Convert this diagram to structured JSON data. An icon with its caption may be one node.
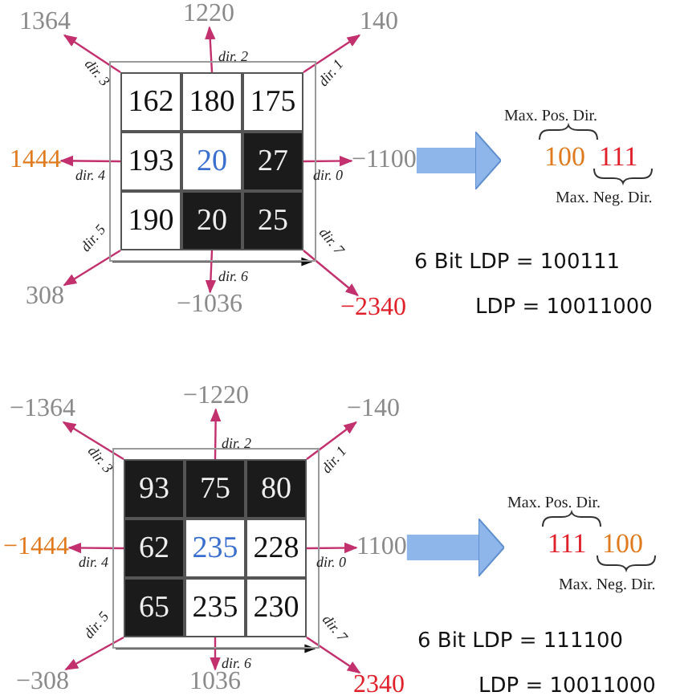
{
  "diagram": {
    "nodes": [
      {
        "text": [],
        "shape": "box"
      },
      {
        "text": [
          "162"
        ],
        "in": 0
      },
      {
        "text": [
          "180"
        ],
        "in": 0
      },
      {
        "text": [
          "175"
        ],
        "in": 0
      },
      {
        "text": [
          "193"
        ],
        "in": 0
      },
      {
        "text": [
          "20"
        ],
        "in": 0
      },
      {
        "text": [
          "27"
        ],
        "in": 0
      },
      {
        "text": [
          "190"
        ],
        "in": 0
      },
      {
        "text": [
          "20"
        ],
        "in": 0
      },
      {
        "text": [
          "25"
        ],
        "in": 0
      },
      {
        "text": [
          "1364"
        ]
      },
      {
        "text": [
          "1220"
        ]
      },
      {
        "text": [
          "140"
        ]
      },
      {
        "text": [
          "1444"
        ]
      },
      {
        "text": [
          "−1100"
        ]
      },
      {
        "text": [
          "308"
        ]
      },
      {
        "text": [
          "−1036"
        ]
      },
      {
        "text": [
          "−2340"
        ]
      },
      {
        "text": [
          "Max. Pos. Dir.",
          "100",
          "111",
          "Max. Neg. Dir."
        ]
      },
      {
        "text": [],
        "shape": "box"
      },
      {
        "text": [
          "93"
        ],
        "in": 19
      },
      {
        "text": [
          "75"
        ],
        "in": 19
      },
      {
        "text": [
          "80"
        ],
        "in": 19
      },
      {
        "text": [
          "62"
        ],
        "in": 19
      },
      {
        "text": [
          "235"
        ],
        "in": 19
      },
      {
        "text": [
          "228"
        ],
        "in": 19
      },
      {
        "text": [
          "65"
        ],
        "in": 19
      },
      {
        "text": [
          "235"
        ],
        "in": 19
      },
      {
        "text": [
          "230"
        ],
        "in": 19
      },
      {
        "text": [
          "−1364"
        ]
      },
      {
        "text": [
          "−1220"
        ]
      },
      {
        "text": [
          "−140"
        ]
      },
      {
        "text": [
          "−1444"
        ]
      },
      {
        "text": [
          "1100"
        ]
      },
      {
        "text": [
          "−308"
        ]
      },
      {
        "text": [
          "1036"
        ]
      },
      {
        "text": [
          "2340"
        ]
      },
      {
        "text": [
          "Max. Pos. Dir.",
          "111",
          "100",
          "Max. Neg. Dir."
        ]
      }
    ],
    "edges": [
      {
        "from": 1,
        "to": 10,
        "arrow": "to",
        "label": "dir. 3"
      },
      {
        "from": 2,
        "to": 11,
        "arrow": "to",
        "label": "dir. 2"
      },
      {
        "from": 3,
        "to": 12,
        "arrow": "to",
        "label": "dir. 1"
      },
      {
        "from": 4,
        "to": 13,
        "arrow": "to",
        "label": "dir. 4"
      },
      {
        "from": 6,
        "to": 14,
        "arrow": "to",
        "label": "dir. 0"
      },
      {
        "from": 7,
        "to": 15,
        "arrow": "to",
        "label": "dir. 5"
      },
      {
        "from": 8,
        "to": 16,
        "arrow": "to",
        "label": "dir. 6"
      },
      {
        "from": 9,
        "to": 17,
        "arrow": "to",
        "label": "dir. 7"
      },
      {
        "from": 14,
        "to": 18,
        "arrow": "to",
        "style": "thick",
        "color": "#8fb6ea"
      },
      {
        "from": 20,
        "to": 29,
        "arrow": "to",
        "label": "dir. 3"
      },
      {
        "from": 21,
        "to": 30,
        "arrow": "to",
        "label": "dir. 2"
      },
      {
        "from": 22,
        "to": 31,
        "arrow": "to",
        "label": "dir. 1"
      },
      {
        "from": 23,
        "to": 32,
        "arrow": "to",
        "label": "dir. 4"
      },
      {
        "from": 25,
        "to": 33,
        "arrow": "to",
        "label": "dir. 0"
      },
      {
        "from": 26,
        "to": 34,
        "arrow": "to",
        "label": "dir. 5"
      },
      {
        "from": 27,
        "to": 35,
        "arrow": "to",
        "label": "dir. 6"
      },
      {
        "from": 28,
        "to": 36,
        "arrow": "to",
        "label": "dir. 7"
      },
      {
        "from": 33,
        "to": 37,
        "arrow": "to",
        "style": "thick",
        "color": "#8fb6ea"
      }
    ],
    "labels": [
      "6 Bit LDP = 100111",
      "LDP = 10011000",
      "6 Bit LDP = 111100",
      "LDP = 10011000"
    ]
  }
}
